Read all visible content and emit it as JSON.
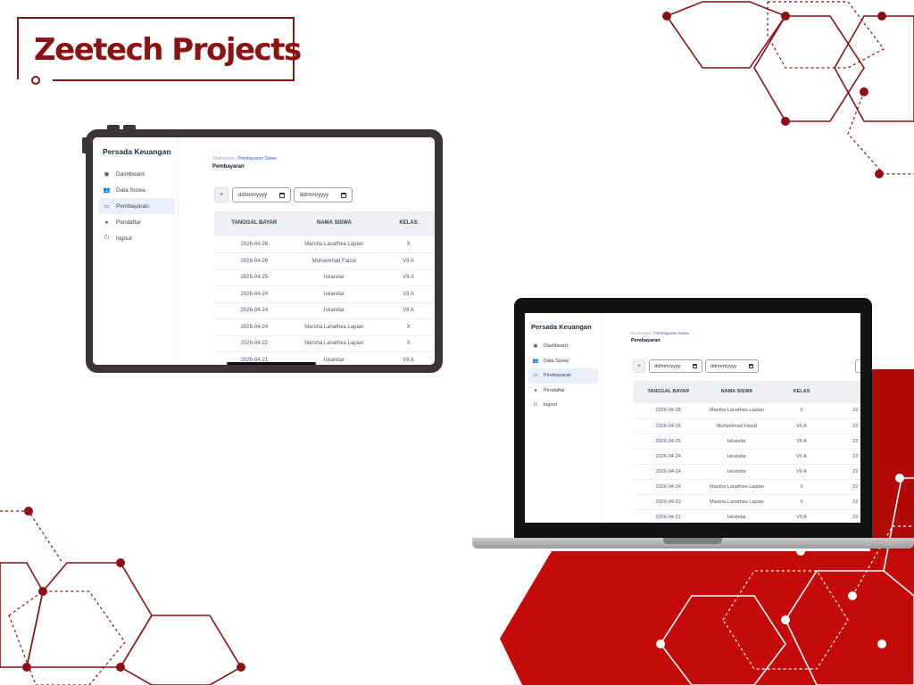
{
  "brand": {
    "name": "Zeetech Projects",
    "color": "#8b1214"
  },
  "accent_colors": {
    "red": "#c50a0a",
    "dark_red": "#8b1214"
  },
  "app": {
    "title": "Persada Keuangan",
    "nav": [
      {
        "label": "Dashboard",
        "icon": "dashboard-icon"
      },
      {
        "label": "Data Siswa",
        "icon": "users-icon"
      },
      {
        "label": "Pembayaran",
        "icon": "card-icon",
        "active": true
      },
      {
        "label": "Pendaftar",
        "icon": "user-icon"
      },
      {
        "label": "logout",
        "icon": "power-icon"
      }
    ],
    "breadcrumb": {
      "root": "Dashboard",
      "separator": "/",
      "current": "Pembayaran Siswa"
    },
    "page_title": "Pembayaran",
    "add_button": "+",
    "date_from": "dd/mm/yyyy",
    "date_to": "dd/mm/yyyy",
    "table": {
      "headers": [
        "TANGGAL BAYAR",
        "NAMA SISWA",
        "KELAS"
      ],
      "laptop_extra_cells": [
        "22"
      ],
      "rows": [
        [
          "2026-04-26",
          "Marsha Lanathea Lapian",
          "X"
        ],
        [
          "2026-04-26",
          "Muhammad Faizal",
          "VII A"
        ],
        [
          "2026-04-25",
          "Iskandar",
          "VII A"
        ],
        [
          "2026-04-24",
          "Iskandar",
          "VII A"
        ],
        [
          "2026-04-24",
          "Iskandar",
          "VII A"
        ],
        [
          "2026-04-24",
          "Marsha Lanathea Lapian",
          "X"
        ],
        [
          "2026-04-22",
          "Marsha Lanathea Lapian",
          "X"
        ],
        [
          "2026-04-21",
          "Iskandar",
          "VII A"
        ]
      ]
    }
  }
}
